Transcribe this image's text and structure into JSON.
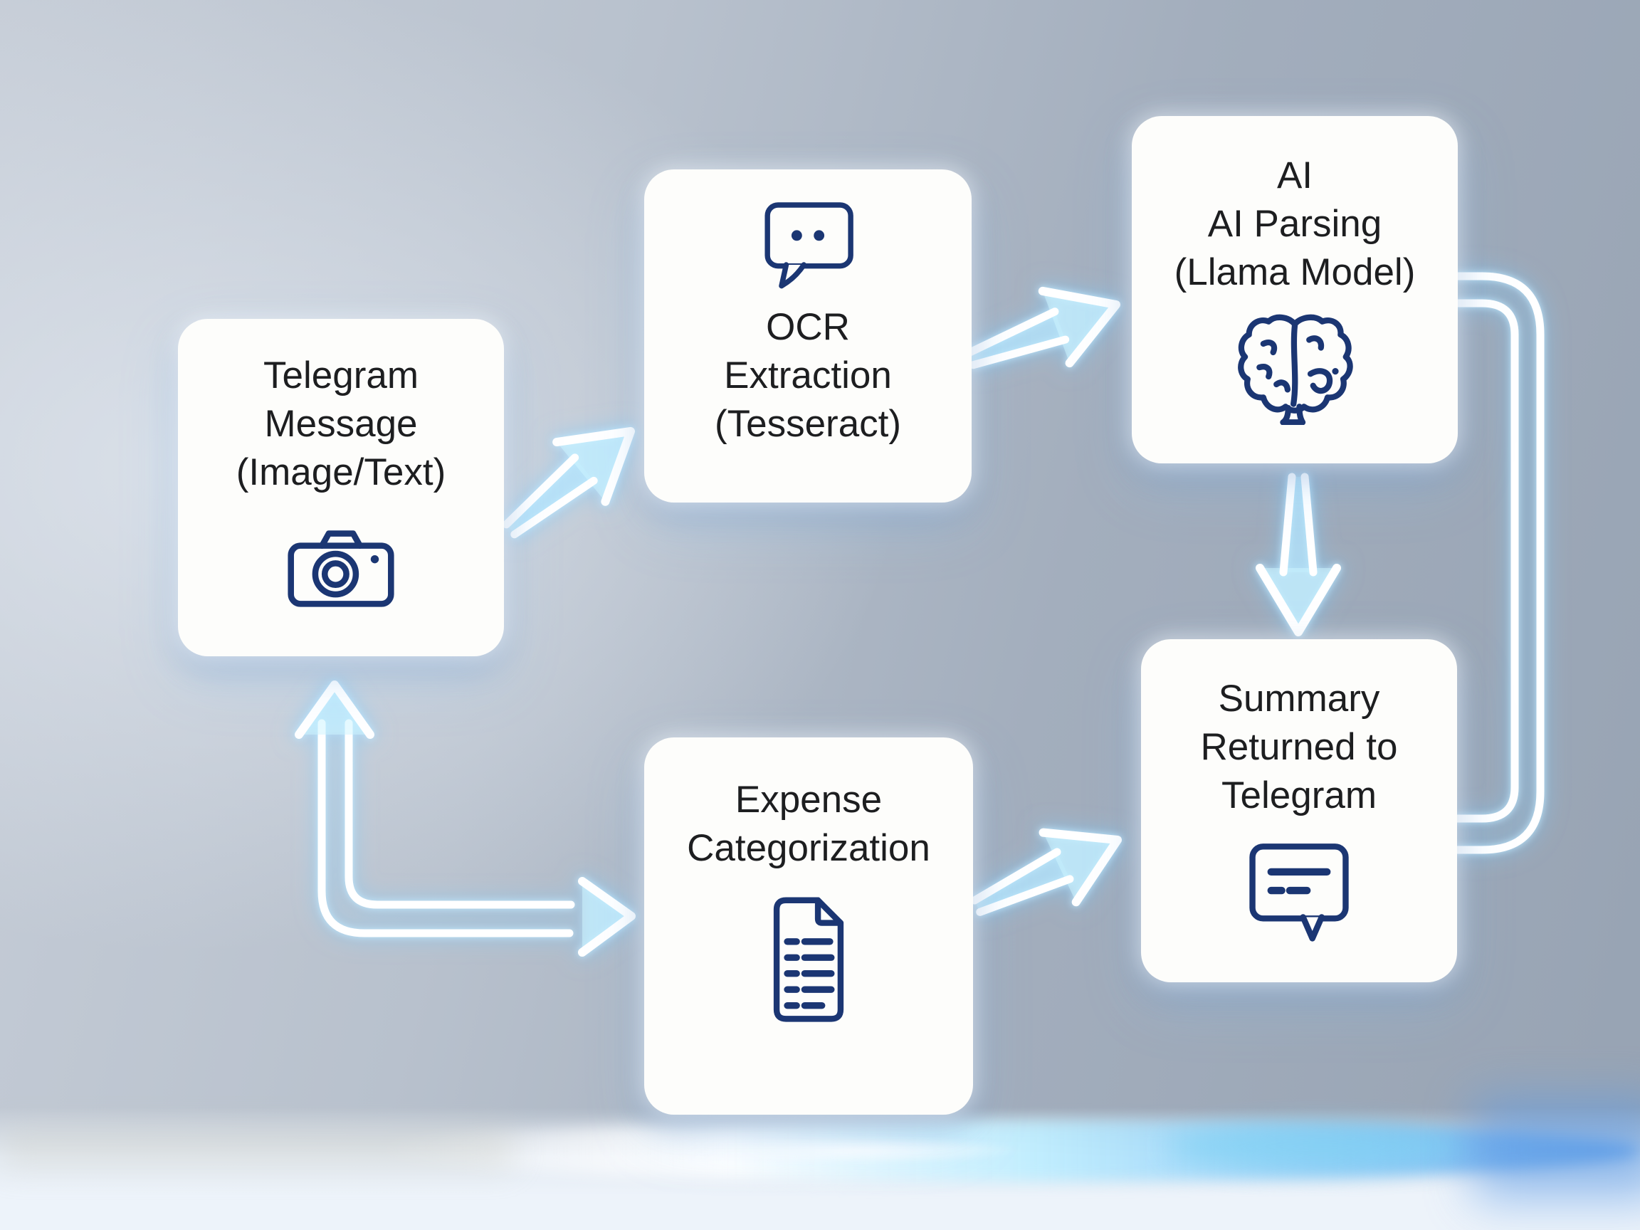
{
  "flow": {
    "nodes": [
      {
        "id": "telegram-message",
        "lines": [
          "Telegram",
          "Message",
          "(Image/Text)"
        ],
        "icon": "camera-icon"
      },
      {
        "id": "ocr-extraction",
        "lines": [
          "OCR",
          "Extraction",
          "(Tesseract)"
        ],
        "icon": "speech-bubble-dots-icon"
      },
      {
        "id": "ai-parsing",
        "lines": [
          "AI",
          "AI Parsing",
          "(Llama Model)"
        ],
        "icon": "brain-icon"
      },
      {
        "id": "summary-returned",
        "lines": [
          "Summary",
          "Returned to",
          "Telegram"
        ],
        "icon": "chat-message-icon"
      },
      {
        "id": "expense-categorization",
        "lines": [
          "Expense",
          "Categorization"
        ],
        "icon": "document-list-icon"
      }
    ],
    "connectors": [
      {
        "from": "telegram-message",
        "to": "ocr-extraction",
        "style": "glow-arrow"
      },
      {
        "from": "ocr-extraction",
        "to": "ai-parsing",
        "style": "glow-arrow"
      },
      {
        "from": "ai-parsing",
        "to": "summary-returned",
        "style": "glow-arrow"
      },
      {
        "from": "expense-categorization",
        "to": "summary-returned",
        "style": "glow-arrow"
      },
      {
        "from": "expense-categorization",
        "to": "telegram-message",
        "style": "glow-elbow-double-arrow"
      },
      {
        "from": "ai-parsing",
        "to": "summary-returned",
        "style": "glow-side-loop"
      }
    ],
    "colors": {
      "icon_navy": "#1b3673",
      "text": "#1d1e20",
      "box_bg": "#fdfdfb",
      "glow_cyan": "#8fd8ff",
      "background_top_right": "#97a3b3",
      "background_left": "#c7ced8",
      "floor": "#edf3fa",
      "horizon_blue": "#5e9ce6"
    }
  }
}
